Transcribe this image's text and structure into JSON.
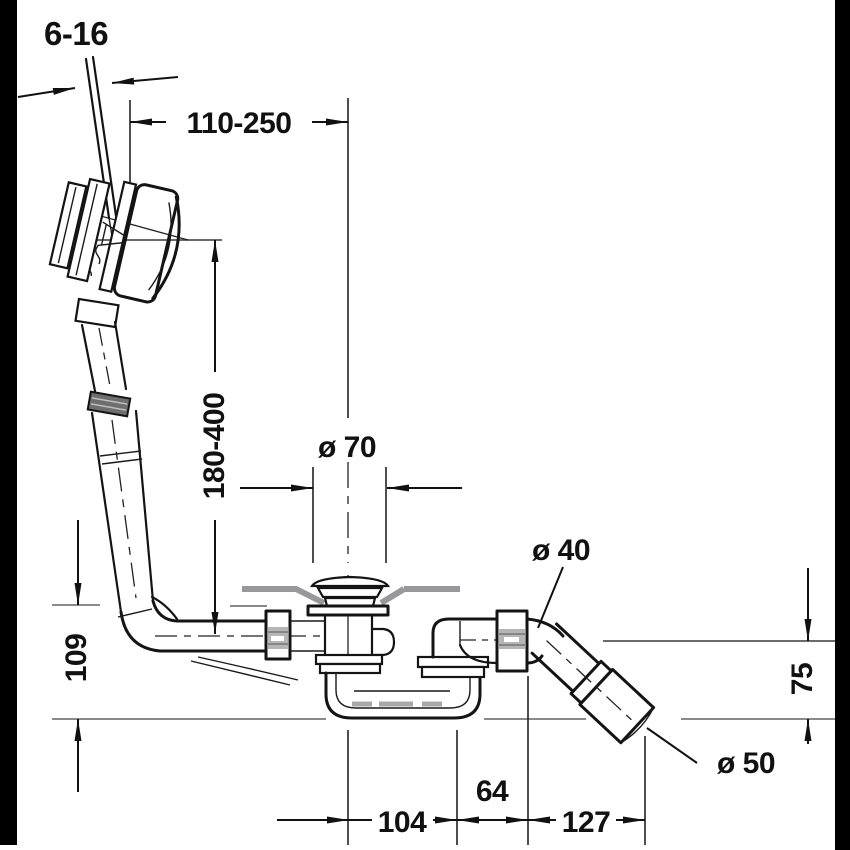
{
  "drawing": {
    "title": "bathtub-waste-overflow-technical-drawing",
    "background": "#ffffff",
    "frame_bar_color": "#000000",
    "line_color": "#141414",
    "accent_gray": "#98989a",
    "dimensions": {
      "wall_thickness": "6-16",
      "horizontal_range": "110-250",
      "vertical_range": "180-400",
      "drain_flange_diameter": "ø 70",
      "outlet_pipe_diameter": "ø 40",
      "outlet_sleeve_diameter": "ø 50",
      "height_left": "109",
      "height_right": "75",
      "bottom_left": "104",
      "bottom_middle": "64",
      "bottom_right": "127"
    }
  }
}
